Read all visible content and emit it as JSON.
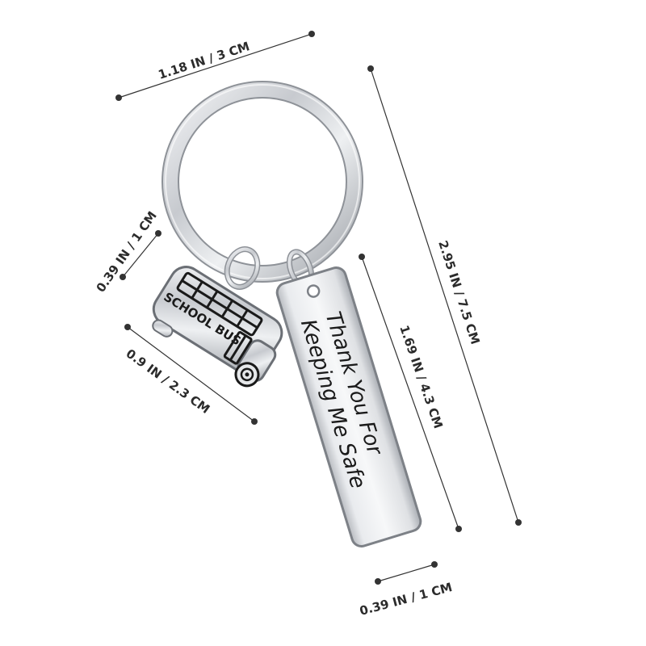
{
  "product": {
    "bus_charm_text": "SCHOOL BUS",
    "tag_line1": "Thank You For",
    "tag_line2": "Keeping Me Safe"
  },
  "dimensions": {
    "ring_width": "1.18 IN / 3 CM",
    "overall_length": "2.95 IN / 7.5 CM",
    "tag_length": "1.69 IN / 4.3 CM",
    "tag_width": "0.39 IN / 1 CM",
    "bus_height": "0.39 IN / 1 CM",
    "bus_width": "0.9 IN / 2.3 CM"
  },
  "colors": {
    "background": "#ffffff",
    "metal": "#c9ccd0",
    "dimension_line": "#333333"
  }
}
